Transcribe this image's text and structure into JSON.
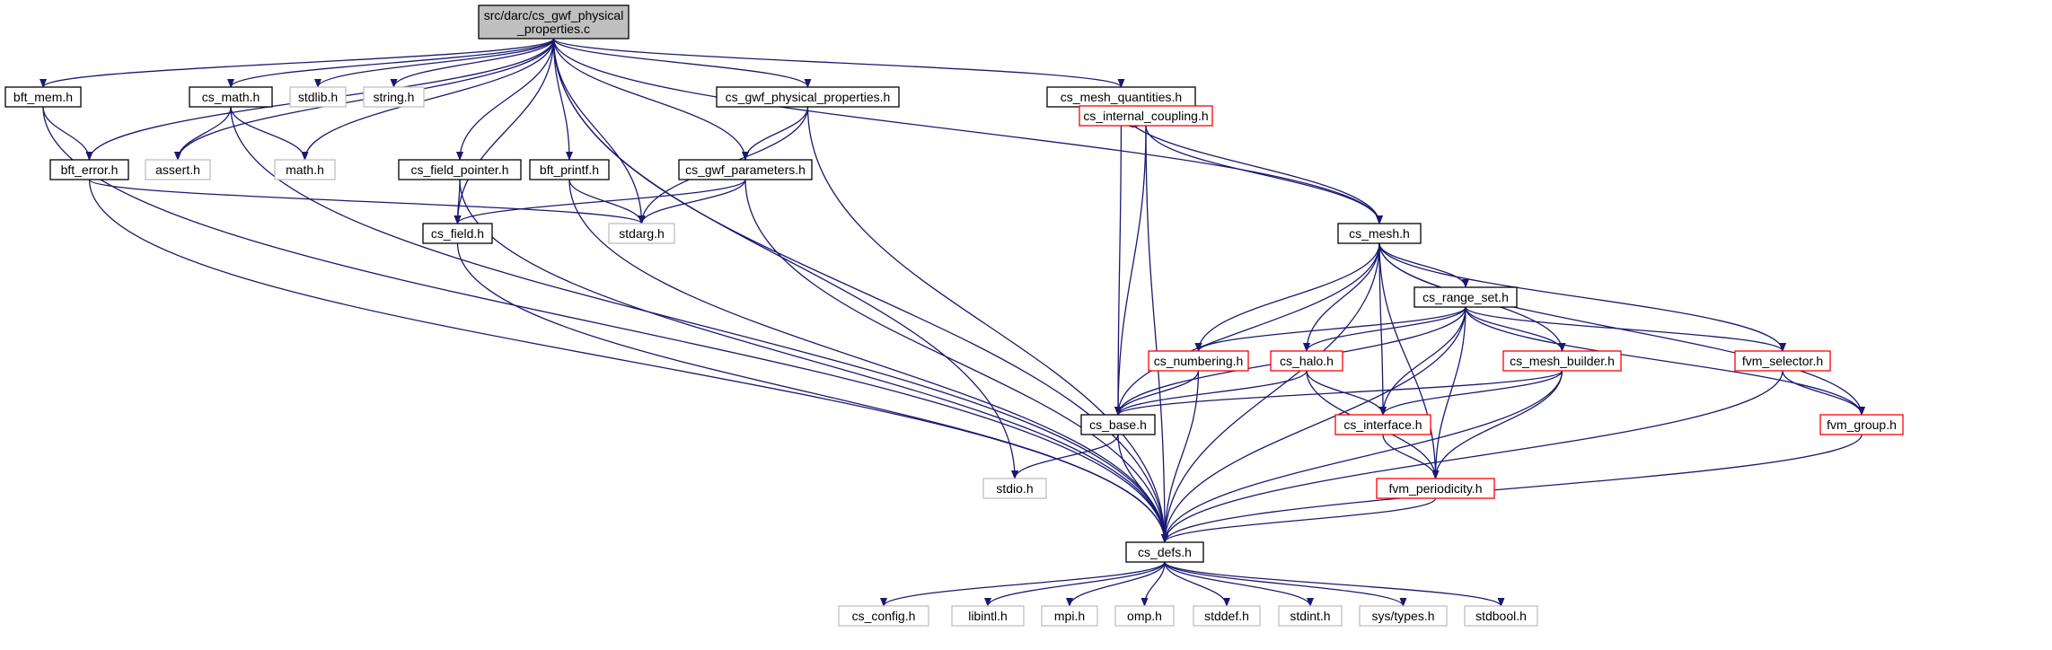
{
  "graph_title": "",
  "colors": {
    "edge": "#191970",
    "node_border": "#000000",
    "node_border_missing": "#bfbfbf",
    "node_border_link": "#ff0000",
    "root_fill": "#bfbfbf",
    "node_fill": "#ffffff"
  },
  "nodes": {
    "root": {
      "lines": [
        "src/darc/cs_gwf_physical",
        "_properties.c"
      ],
      "style": "root"
    },
    "bft_mem": {
      "lines": [
        "bft_mem.h"
      ],
      "style": "normal"
    },
    "cs_math": {
      "lines": [
        "cs_math.h"
      ],
      "style": "normal"
    },
    "stdlib": {
      "lines": [
        "stdlib.h"
      ],
      "style": "missing"
    },
    "string": {
      "lines": [
        "string.h"
      ],
      "style": "missing"
    },
    "cs_gwf_physical_properties_h": {
      "lines": [
        "cs_gwf_physical_properties.h"
      ],
      "style": "normal"
    },
    "cs_mesh_quantities": {
      "lines": [
        "cs_mesh_quantities.h"
      ],
      "style": "normal"
    },
    "bft_error": {
      "lines": [
        "bft_error.h"
      ],
      "style": "normal"
    },
    "assert": {
      "lines": [
        "assert.h"
      ],
      "style": "missing"
    },
    "math": {
      "lines": [
        "math.h"
      ],
      "style": "missing"
    },
    "cs_field_pointer": {
      "lines": [
        "cs_field_pointer.h"
      ],
      "style": "normal"
    },
    "bft_printf": {
      "lines": [
        "bft_printf.h"
      ],
      "style": "normal"
    },
    "cs_gwf_parameters": {
      "lines": [
        "cs_gwf_parameters.h"
      ],
      "style": "normal"
    },
    "cs_internal_coupling": {
      "lines": [
        "cs_internal_coupling.h"
      ],
      "style": "link"
    },
    "cs_field": {
      "lines": [
        "cs_field.h"
      ],
      "style": "normal"
    },
    "stdarg": {
      "lines": [
        "stdarg.h"
      ],
      "style": "missing"
    },
    "cs_mesh": {
      "lines": [
        "cs_mesh.h"
      ],
      "style": "normal"
    },
    "cs_range_set": {
      "lines": [
        "cs_range_set.h"
      ],
      "style": "normal"
    },
    "cs_numbering": {
      "lines": [
        "cs_numbering.h"
      ],
      "style": "link"
    },
    "cs_halo": {
      "lines": [
        "cs_halo.h"
      ],
      "style": "link"
    },
    "cs_mesh_builder": {
      "lines": [
        "cs_mesh_builder.h"
      ],
      "style": "link"
    },
    "fvm_selector": {
      "lines": [
        "fvm_selector.h"
      ],
      "style": "link"
    },
    "cs_interface": {
      "lines": [
        "cs_interface.h"
      ],
      "style": "link"
    },
    "cs_base": {
      "lines": [
        "cs_base.h"
      ],
      "style": "normal"
    },
    "fvm_group": {
      "lines": [
        "fvm_group.h"
      ],
      "style": "link"
    },
    "stdio": {
      "lines": [
        "stdio.h"
      ],
      "style": "missing"
    },
    "fvm_periodicity": {
      "lines": [
        "fvm_periodicity.h"
      ],
      "style": "link"
    },
    "cs_defs": {
      "lines": [
        "cs_defs.h"
      ],
      "style": "normal"
    },
    "cs_config": {
      "lines": [
        "cs_config.h"
      ],
      "style": "missing"
    },
    "libintl": {
      "lines": [
        "libintl.h"
      ],
      "style": "missing"
    },
    "mpi": {
      "lines": [
        "mpi.h"
      ],
      "style": "missing"
    },
    "omp": {
      "lines": [
        "omp.h"
      ],
      "style": "missing"
    },
    "stddef": {
      "lines": [
        "stddef.h"
      ],
      "style": "missing"
    },
    "stdint": {
      "lines": [
        "stdint.h"
      ],
      "style": "missing"
    },
    "sys_types": {
      "lines": [
        "sys/types.h"
      ],
      "style": "missing"
    },
    "stdbool": {
      "lines": [
        "stdbool.h"
      ],
      "style": "missing"
    }
  },
  "edges": [
    [
      "root",
      "bft_mem"
    ],
    [
      "root",
      "cs_math"
    ],
    [
      "root",
      "stdlib"
    ],
    [
      "root",
      "string"
    ],
    [
      "root",
      "cs_gwf_physical_properties_h"
    ],
    [
      "root",
      "cs_mesh_quantities"
    ],
    [
      "root",
      "bft_error"
    ],
    [
      "root",
      "assert"
    ],
    [
      "root",
      "math"
    ],
    [
      "root",
      "cs_field_pointer"
    ],
    [
      "root",
      "bft_printf"
    ],
    [
      "root",
      "cs_gwf_parameters"
    ],
    [
      "root",
      "cs_field"
    ],
    [
      "root",
      "stdarg"
    ],
    [
      "root",
      "cs_mesh"
    ],
    [
      "root",
      "stdio"
    ],
    [
      "root",
      "cs_defs"
    ],
    [
      "bft_mem",
      "bft_error"
    ],
    [
      "bft_mem",
      "cs_defs"
    ],
    [
      "cs_math",
      "assert"
    ],
    [
      "cs_math",
      "math"
    ],
    [
      "cs_math",
      "cs_defs"
    ],
    [
      "cs_gwf_physical_properties_h",
      "cs_gwf_parameters"
    ],
    [
      "cs_gwf_physical_properties_h",
      "stdarg"
    ],
    [
      "cs_gwf_physical_properties_h",
      "cs_defs"
    ],
    [
      "cs_mesh_quantities",
      "cs_internal_coupling"
    ],
    [
      "cs_mesh_quantities",
      "cs_mesh"
    ],
    [
      "cs_mesh_quantities",
      "cs_base"
    ],
    [
      "bft_error",
      "stdarg"
    ],
    [
      "bft_error",
      "cs_defs"
    ],
    [
      "cs_field_pointer",
      "cs_field"
    ],
    [
      "cs_field_pointer",
      "cs_defs"
    ],
    [
      "bft_printf",
      "stdarg"
    ],
    [
      "bft_printf",
      "cs_defs"
    ],
    [
      "cs_gwf_parameters",
      "cs_field"
    ],
    [
      "cs_gwf_parameters",
      "stdarg"
    ],
    [
      "cs_gwf_parameters",
      "cs_defs"
    ],
    [
      "cs_internal_coupling",
      "cs_mesh"
    ],
    [
      "cs_internal_coupling",
      "cs_base"
    ],
    [
      "cs_internal_coupling",
      "cs_defs"
    ],
    [
      "cs_field",
      "cs_defs"
    ],
    [
      "cs_mesh",
      "cs_range_set"
    ],
    [
      "cs_mesh",
      "cs_numbering"
    ],
    [
      "cs_mesh",
      "cs_halo"
    ],
    [
      "cs_mesh",
      "cs_mesh_builder"
    ],
    [
      "cs_mesh",
      "fvm_selector"
    ],
    [
      "cs_mesh",
      "cs_interface"
    ],
    [
      "cs_mesh",
      "cs_base"
    ],
    [
      "cs_mesh",
      "fvm_group"
    ],
    [
      "cs_mesh",
      "fvm_periodicity"
    ],
    [
      "cs_mesh",
      "cs_defs"
    ],
    [
      "cs_range_set",
      "cs_numbering"
    ],
    [
      "cs_range_set",
      "cs_halo"
    ],
    [
      "cs_range_set",
      "cs_mesh_builder"
    ],
    [
      "cs_range_set",
      "fvm_selector"
    ],
    [
      "cs_range_set",
      "cs_interface"
    ],
    [
      "cs_range_set",
      "cs_base"
    ],
    [
      "cs_range_set",
      "fvm_group"
    ],
    [
      "cs_range_set",
      "fvm_periodicity"
    ],
    [
      "cs_range_set",
      "cs_defs"
    ],
    [
      "cs_numbering",
      "cs_base"
    ],
    [
      "cs_numbering",
      "cs_defs"
    ],
    [
      "cs_halo",
      "cs_base"
    ],
    [
      "cs_halo",
      "cs_interface"
    ],
    [
      "cs_halo",
      "fvm_periodicity"
    ],
    [
      "cs_mesh_builder",
      "cs_base"
    ],
    [
      "cs_mesh_builder",
      "cs_interface"
    ],
    [
      "cs_mesh_builder",
      "fvm_periodicity"
    ],
    [
      "cs_mesh_builder",
      "cs_defs"
    ],
    [
      "fvm_selector",
      "fvm_group"
    ],
    [
      "fvm_selector",
      "cs_defs"
    ],
    [
      "cs_interface",
      "fvm_periodicity"
    ],
    [
      "cs_base",
      "stdio"
    ],
    [
      "cs_base",
      "cs_defs"
    ],
    [
      "fvm_group",
      "cs_defs"
    ],
    [
      "fvm_periodicity",
      "cs_defs"
    ],
    [
      "cs_defs",
      "cs_config"
    ],
    [
      "cs_defs",
      "libintl"
    ],
    [
      "cs_defs",
      "mpi"
    ],
    [
      "cs_defs",
      "omp"
    ],
    [
      "cs_defs",
      "stddef"
    ],
    [
      "cs_defs",
      "stdint"
    ],
    [
      "cs_defs",
      "sys_types"
    ],
    [
      "cs_defs",
      "stdbool"
    ]
  ]
}
